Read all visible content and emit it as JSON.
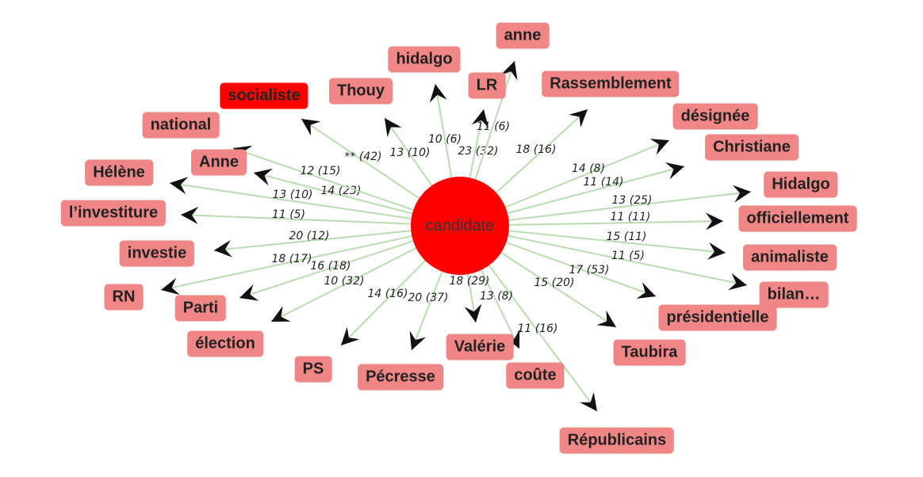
{
  "colors": {
    "center_fill": "#ff0000",
    "node_fill": "#f08686",
    "node_highlight": "#ff0000",
    "node_text": "#222222",
    "edge_stroke": "#b9dcb0",
    "arrow_fill": "#111111",
    "edge_label": "#222222"
  },
  "center": {
    "label": "candidate"
  },
  "nodes": [
    {
      "id": "socialiste",
      "label": "socialiste",
      "edge_label": "** (42)",
      "highlight": true
    },
    {
      "id": "Thouy",
      "label": "Thouy",
      "edge_label": "13 (10)"
    },
    {
      "id": "hidalgo",
      "label": "hidalgo",
      "edge_label": "10 (6)"
    },
    {
      "id": "LR",
      "label": "LR",
      "edge_label": "23 (32)"
    },
    {
      "id": "anne",
      "label": "anne",
      "edge_label": "11 (6)"
    },
    {
      "id": "Rassemblement",
      "label": "Rassemblement",
      "edge_label": "18 (16)"
    },
    {
      "id": "designee",
      "label": "désignée",
      "edge_label": "14 (8)"
    },
    {
      "id": "Christiane",
      "label": "Christiane",
      "edge_label": "11 (14)"
    },
    {
      "id": "Hidalgo",
      "label": "Hidalgo",
      "edge_label": "13 (25)"
    },
    {
      "id": "officiellement",
      "label": "officiellement",
      "edge_label": "11 (11)"
    },
    {
      "id": "animaliste",
      "label": "animaliste",
      "edge_label": "15 (11)"
    },
    {
      "id": "bilan",
      "label": "bilan…",
      "edge_label": "11 (5)"
    },
    {
      "id": "presidentielle",
      "label": "présidentielle",
      "edge_label": "17 (53)"
    },
    {
      "id": "Taubira",
      "label": "Taubira",
      "edge_label": "15 (20)"
    },
    {
      "id": "Republicains",
      "label": "Républicains",
      "edge_label": "11 (16)"
    },
    {
      "id": "coute",
      "label": "coûte",
      "edge_label": "13 (8)"
    },
    {
      "id": "Valerie",
      "label": "Valérie",
      "edge_label": "18 (29)"
    },
    {
      "id": "Pecresse",
      "label": "Pécresse",
      "edge_label": "20 (37)"
    },
    {
      "id": "PS",
      "label": "PS",
      "edge_label": "14 (16)"
    },
    {
      "id": "election",
      "label": "élection",
      "edge_label": "10 (32)"
    },
    {
      "id": "Parti",
      "label": "Parti",
      "edge_label": "16 (18)"
    },
    {
      "id": "RN",
      "label": "RN",
      "edge_label": "18 (17)"
    },
    {
      "id": "investie",
      "label": "investie",
      "edge_label": "20 (12)"
    },
    {
      "id": "investiture",
      "label": "l’investiture",
      "edge_label": "11 (5)"
    },
    {
      "id": "Helene",
      "label": "Hélène",
      "edge_label": "13 (10)"
    },
    {
      "id": "Anne",
      "label": "Anne",
      "edge_label": "14 (23)"
    },
    {
      "id": "national",
      "label": "national",
      "edge_label": "12 (15)"
    }
  ]
}
